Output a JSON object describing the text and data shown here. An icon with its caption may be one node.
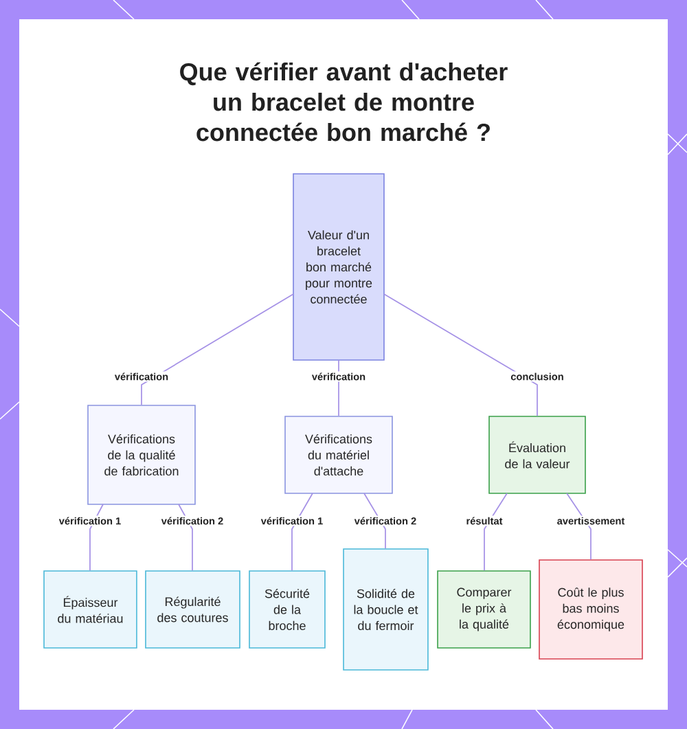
{
  "diagram": {
    "title": "Que vérifier avant d'acheter un bracelet de montre connectée bon marché ?",
    "nodes": [
      {
        "text": [
          "Valeur d'un bracelet bon marché pour montre connectée"
        ]
      },
      {
        "text": [
          "Vérifications de la qualité de fabrication"
        ]
      },
      {
        "text": [
          "Vérifications du matériel d'attache"
        ]
      },
      {
        "text": [
          "Évaluation de la valeur"
        ]
      },
      {
        "text": [
          "Épaisseur du matériau"
        ]
      },
      {
        "text": [
          "Régularité des coutures"
        ]
      },
      {
        "text": [
          "Sécurité de la broche"
        ]
      },
      {
        "text": [
          "Solidité de la boucle et du fermoir"
        ]
      },
      {
        "text": [
          "Comparer le prix à la qualité"
        ]
      },
      {
        "text": [
          "Coût le plus bas moins économique"
        ]
      }
    ],
    "edges": [
      {
        "from": 0,
        "to": 1,
        "arrow": "none",
        "label": "vérification"
      },
      {
        "from": 0,
        "to": 2,
        "arrow": "none",
        "label": "vérification"
      },
      {
        "from": 0,
        "to": 3,
        "arrow": "none",
        "label": "conclusion"
      },
      {
        "from": 1,
        "to": 4,
        "arrow": "none",
        "label": "vérification 1"
      },
      {
        "from": 1,
        "to": 5,
        "arrow": "none",
        "label": "vérification 2"
      },
      {
        "from": 2,
        "to": 6,
        "arrow": "none",
        "label": "vérification 1"
      },
      {
        "from": 2,
        "to": 7,
        "arrow": "none",
        "label": "vérification 2"
      },
      {
        "from": 3,
        "to": 8,
        "arrow": "none",
        "label": "résultat"
      },
      {
        "from": 3,
        "to": 9,
        "arrow": "none",
        "label": "avertissement"
      }
    ]
  }
}
